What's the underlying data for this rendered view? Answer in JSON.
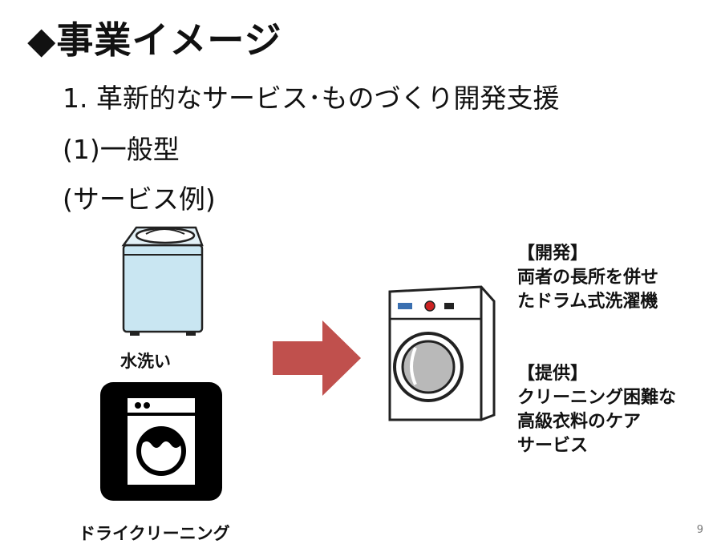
{
  "title": "◆事業イメージ",
  "heading1": "1. 革新的なサービス･ものづくり開発支援",
  "heading2": "(1)一般型",
  "heading3": "(サービス例)",
  "label_wash": "水洗い",
  "label_dry": "ドライクリーニング",
  "dev": {
    "header": "【開発】",
    "line1": "両者の長所を併せ",
    "line2": "たドラム式洗濯機"
  },
  "supply": {
    "header": "【提供】",
    "line1": "クリーニング困難な",
    "line2": "高級衣料のケア",
    "line3": "サービス"
  },
  "page_number": "9",
  "colors": {
    "arrow": "#c0504d",
    "washer_body": "#c9e6f2",
    "dryclean_bg": "#000000"
  }
}
